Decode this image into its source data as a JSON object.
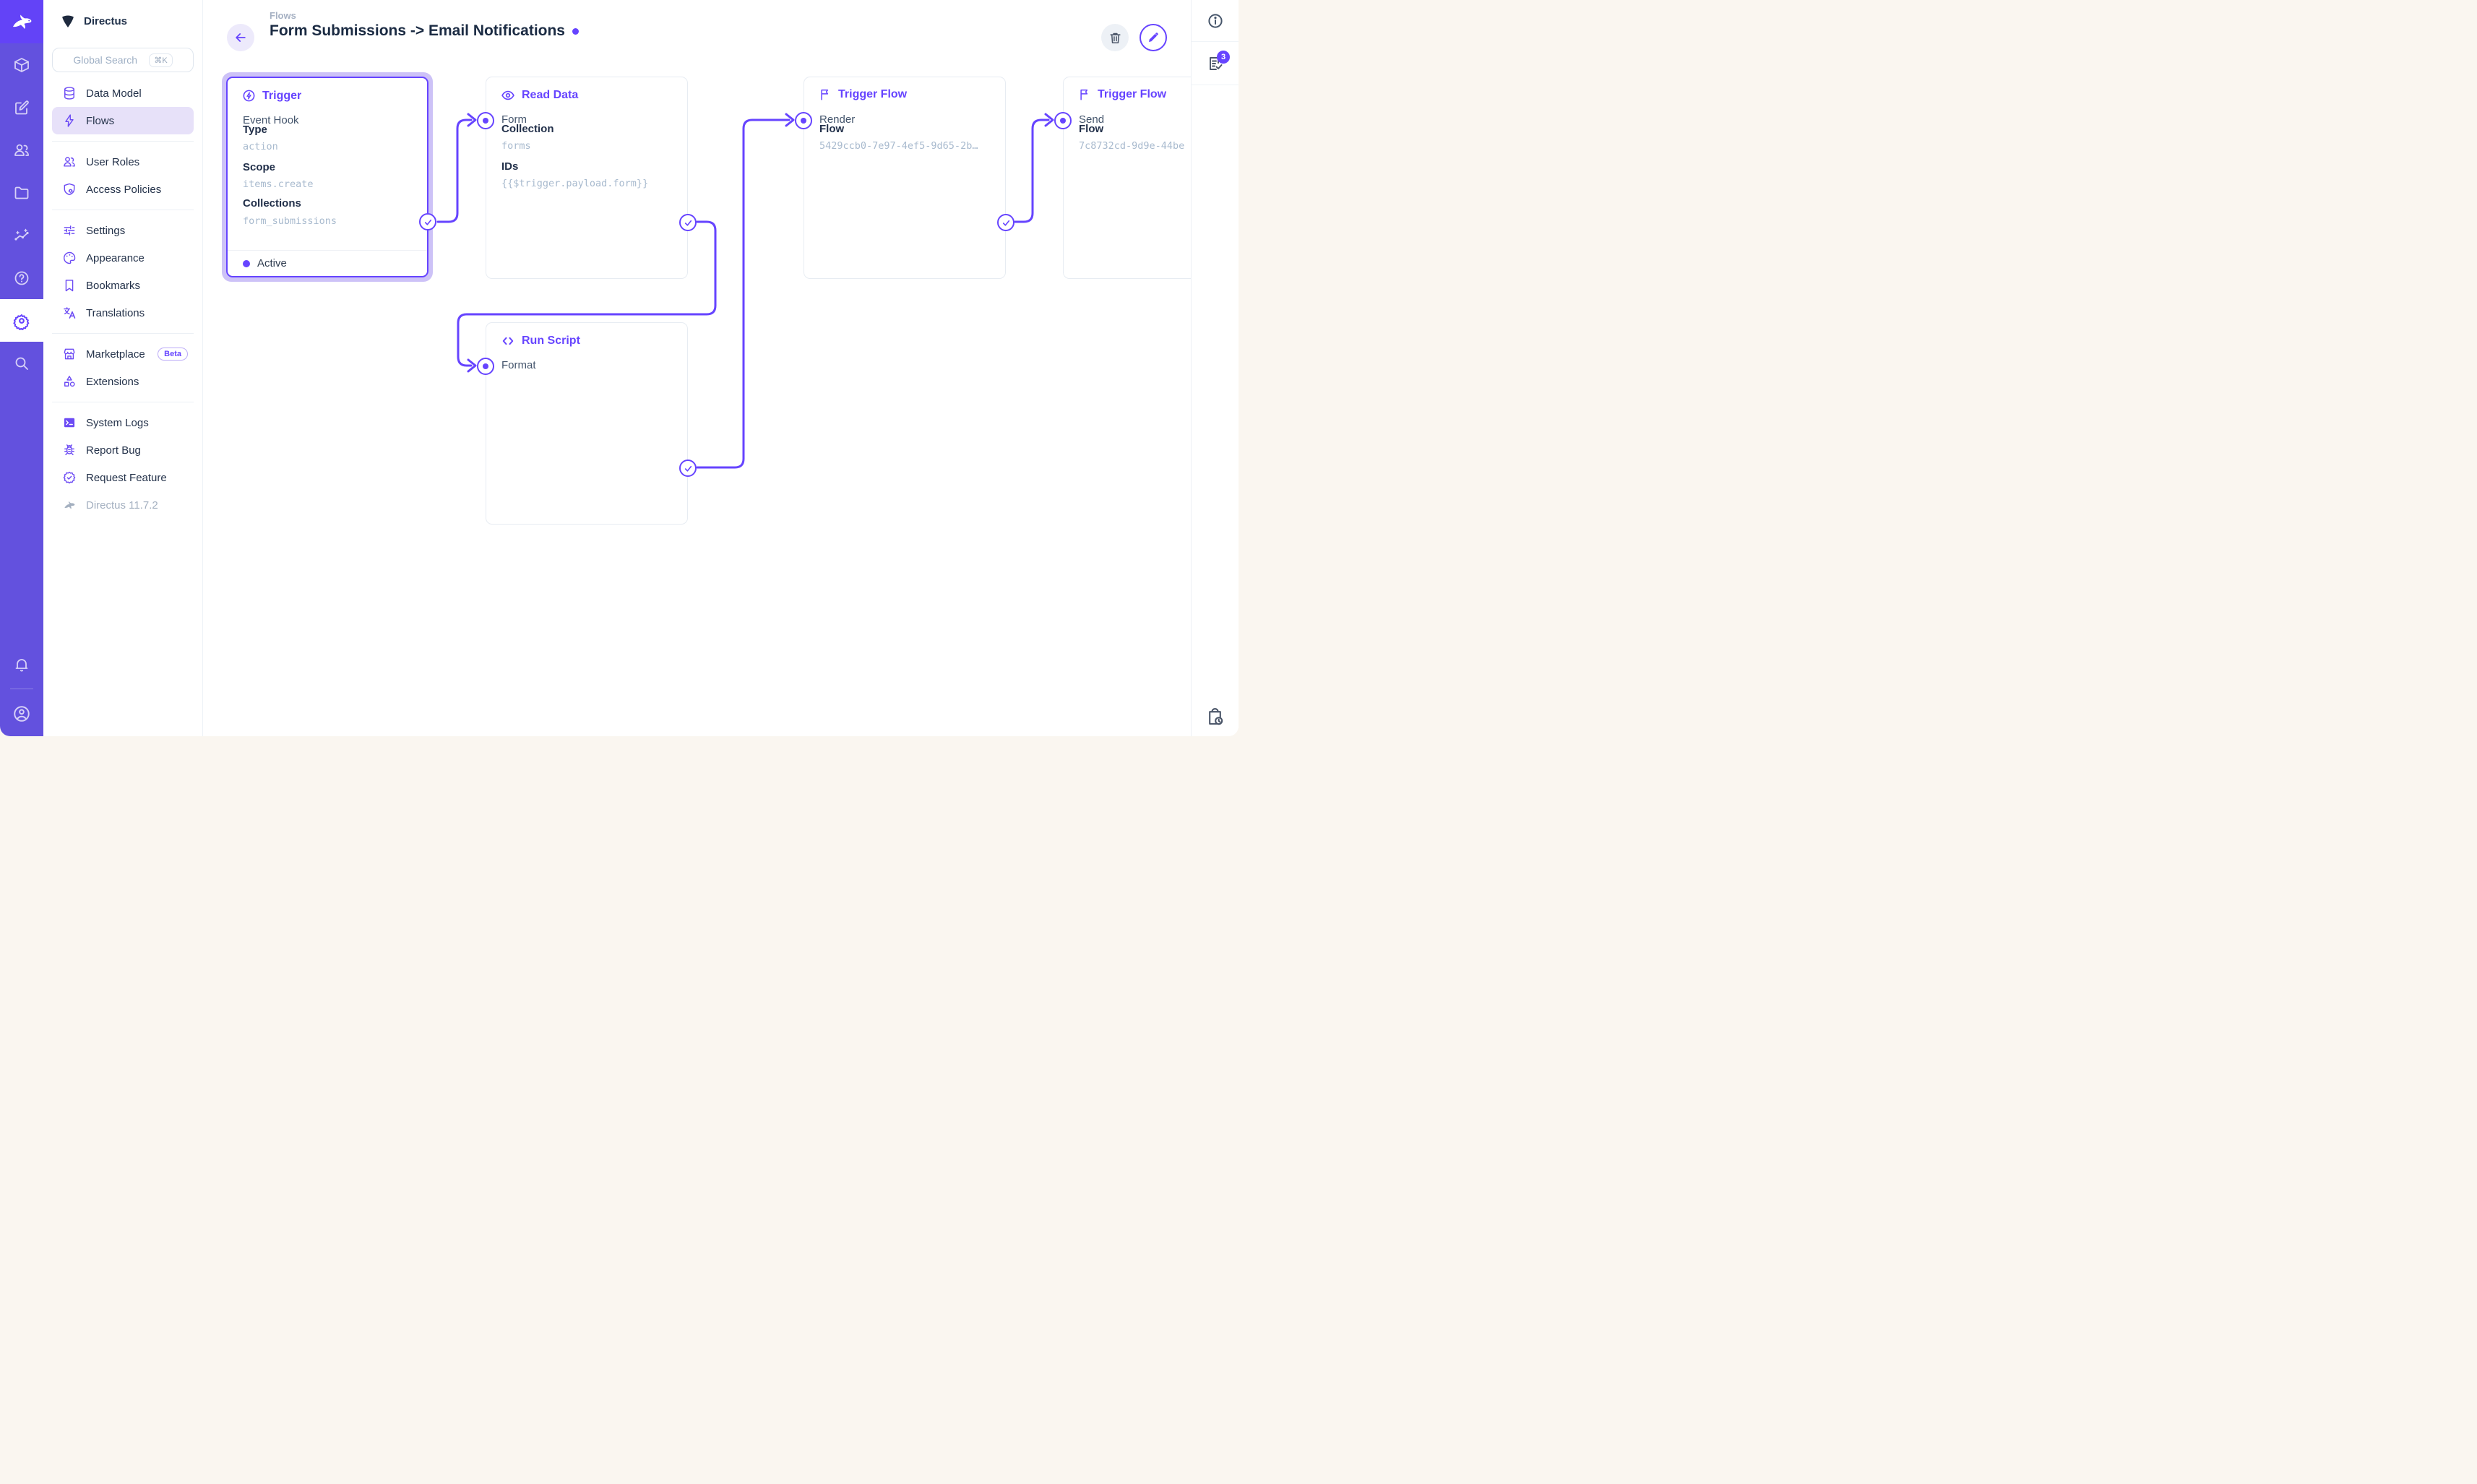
{
  "app": {
    "project_name": "Directus",
    "version_label": "Directus 11.7.2"
  },
  "colors": {
    "accent": "#6644FF",
    "module_bar": "#6351DE",
    "logo_tile": "#6343F7",
    "selected_nav_bg": "#E7E1F9",
    "mono_value_text": "#A8BACE",
    "halo": "#CDC2F7"
  },
  "module_bar": {
    "modules": [
      "content",
      "editor",
      "users",
      "files",
      "insights",
      "help",
      "settings",
      "search"
    ],
    "active_module": "settings"
  },
  "sidebar": {
    "search": {
      "placeholder": "Global Search",
      "shortcut": "⌘K"
    },
    "groups": [
      {
        "items": [
          {
            "icon": "database-icon",
            "label": "Data Model"
          },
          {
            "icon": "bolt-icon",
            "label": "Flows",
            "selected": true
          }
        ]
      },
      {
        "items": [
          {
            "icon": "users-icon",
            "label": "User Roles"
          },
          {
            "icon": "shield-user-icon",
            "label": "Access Policies"
          }
        ]
      },
      {
        "items": [
          {
            "icon": "sliders-icon",
            "label": "Settings"
          },
          {
            "icon": "palette-icon",
            "label": "Appearance"
          },
          {
            "icon": "bookmark-icon",
            "label": "Bookmarks"
          },
          {
            "icon": "translate-icon",
            "label": "Translations"
          }
        ]
      },
      {
        "items": [
          {
            "icon": "storefront-icon",
            "label": "Marketplace",
            "badge": "Beta"
          },
          {
            "icon": "shapes-icon",
            "label": "Extensions"
          }
        ]
      },
      {
        "items": [
          {
            "icon": "terminal-icon",
            "label": "System Logs"
          },
          {
            "icon": "bug-icon",
            "label": "Report Bug"
          },
          {
            "icon": "seal-check-icon",
            "label": "Request Feature"
          },
          {
            "icon": "rabbit-icon",
            "label": "Directus 11.7.2",
            "muted": true
          }
        ]
      }
    ]
  },
  "header": {
    "breadcrumb": "Flows",
    "title": "Form Submissions -> Email Notifications"
  },
  "right_sidebar": {
    "notifications_count": "3"
  },
  "panels": {
    "trigger": {
      "title": "Trigger",
      "subtitle": "Event Hook",
      "fields": [
        {
          "key": "Type",
          "value": "action"
        },
        {
          "key": "Scope",
          "value": "items.create"
        },
        {
          "key": "Collections",
          "value": "form_submissions"
        }
      ],
      "status": "Active"
    },
    "read_data": {
      "title": "Read Data",
      "subtitle": "Form",
      "fields": [
        {
          "key": "Collection",
          "value": "forms"
        },
        {
          "key": "IDs",
          "value": "{{$trigger.payload.form}}"
        }
      ]
    },
    "trigger_flow_render": {
      "title": "Trigger Flow",
      "subtitle": "Render",
      "fields": [
        {
          "key": "Flow",
          "value": "5429ccb0-7e97-4ef5-9d65-2b…"
        }
      ]
    },
    "trigger_flow_send": {
      "title": "Trigger Flow",
      "subtitle": "Send",
      "fields": [
        {
          "key": "Flow",
          "value": "7c8732cd-9d9e-44be"
        }
      ]
    },
    "run_script": {
      "title": "Run Script",
      "subtitle": "Format"
    }
  }
}
